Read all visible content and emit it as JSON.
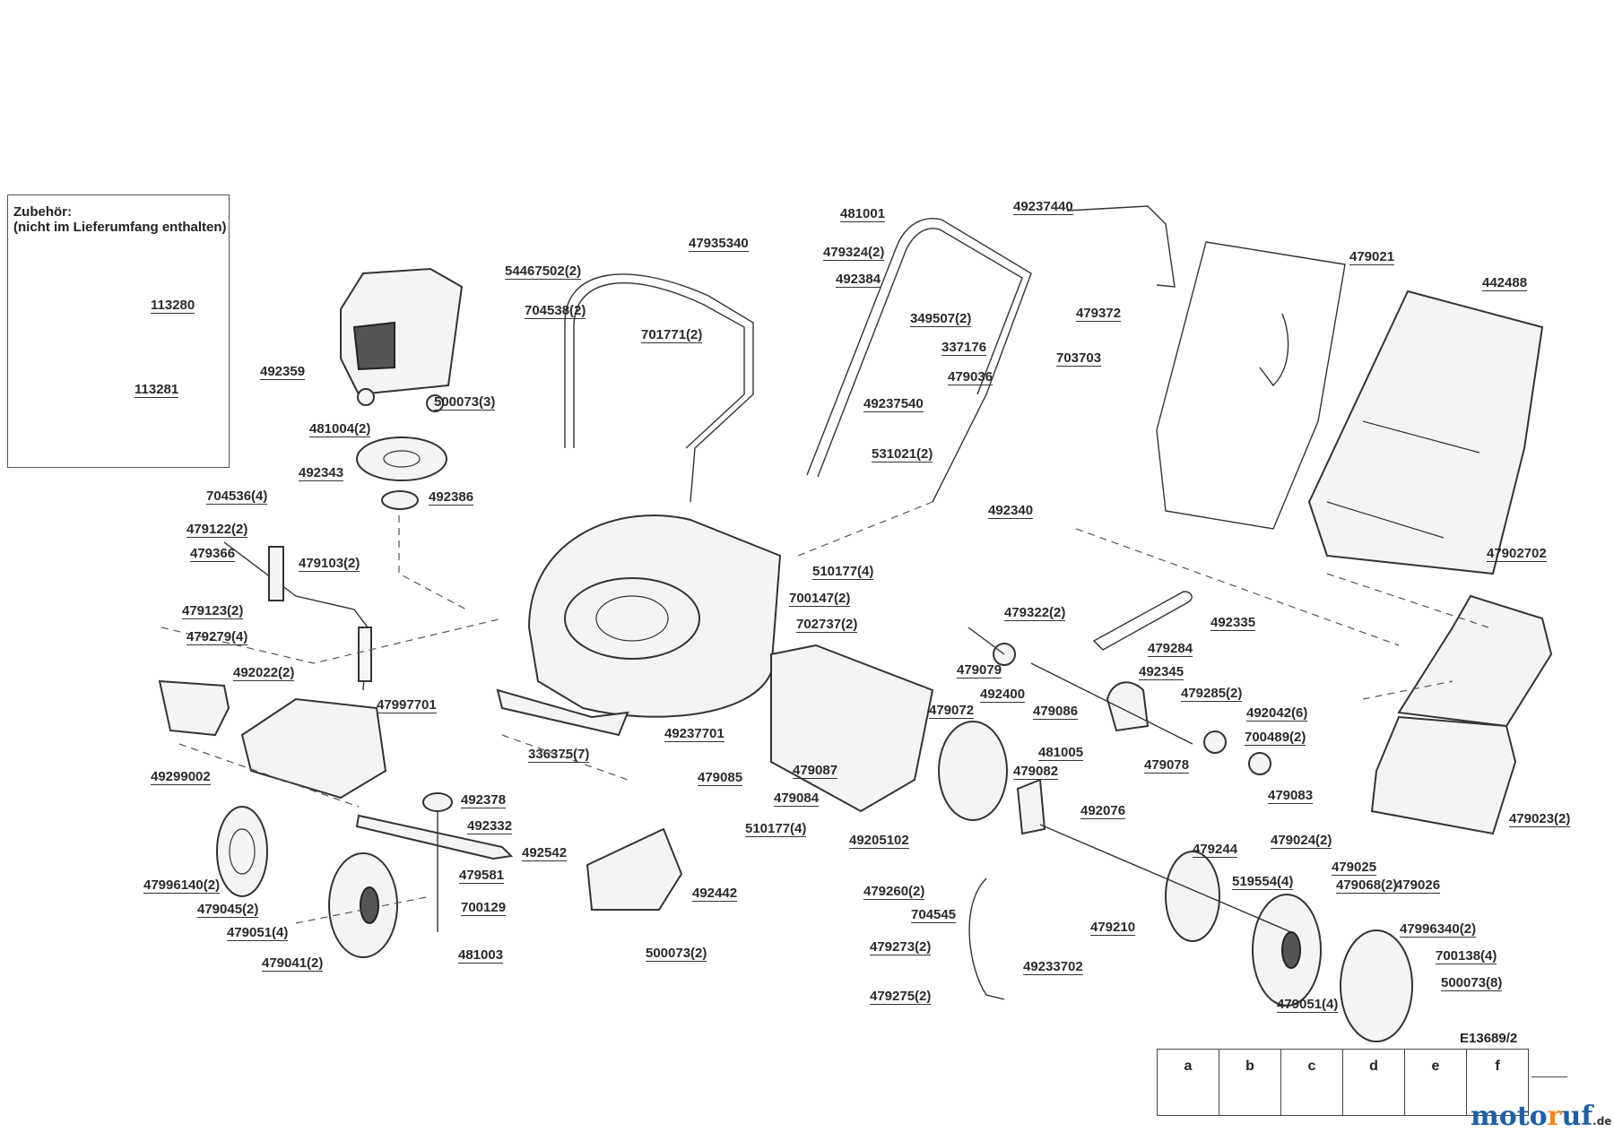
{
  "accessories": {
    "title_line1": "Zubehör:",
    "title_line2": "(nicht im Lieferumfang enthalten)"
  },
  "labels": [
    {
      "id": "113280",
      "text": "113280"
    },
    {
      "id": "113281",
      "text": "113281"
    },
    {
      "id": "492359",
      "text": "492359"
    },
    {
      "id": "500073-3",
      "text": "500073(3)"
    },
    {
      "id": "481004-2",
      "text": "481004(2)"
    },
    {
      "id": "492343",
      "text": "492343"
    },
    {
      "id": "492386",
      "text": "492386"
    },
    {
      "id": "54467502-2",
      "text": "54467502(2)"
    },
    {
      "id": "704538-2",
      "text": "704538(2)"
    },
    {
      "id": "701771-2",
      "text": "701771(2)"
    },
    {
      "id": "47935340",
      "text": "47935340"
    },
    {
      "id": "481001",
      "text": "481001"
    },
    {
      "id": "479324-2",
      "text": "479324(2)"
    },
    {
      "id": "492384",
      "text": "492384"
    },
    {
      "id": "49237440",
      "text": "49237440"
    },
    {
      "id": "349507-2",
      "text": "349507(2)"
    },
    {
      "id": "479372",
      "text": "479372"
    },
    {
      "id": "337176",
      "text": "337176"
    },
    {
      "id": "479036",
      "text": "479036"
    },
    {
      "id": "703703",
      "text": "703703"
    },
    {
      "id": "49237540",
      "text": "49237540"
    },
    {
      "id": "531021-2",
      "text": "531021(2)"
    },
    {
      "id": "492340",
      "text": "492340"
    },
    {
      "id": "479021",
      "text": "479021"
    },
    {
      "id": "442488",
      "text": "442488"
    },
    {
      "id": "47902702",
      "text": "47902702"
    },
    {
      "id": "704536-4",
      "text": "704536(4)"
    },
    {
      "id": "479122-2",
      "text": "479122(2)"
    },
    {
      "id": "479366",
      "text": "479366"
    },
    {
      "id": "479103-2",
      "text": "479103(2)"
    },
    {
      "id": "479123-2",
      "text": "479123(2)"
    },
    {
      "id": "479279-4",
      "text": "479279(4)"
    },
    {
      "id": "510177-4a",
      "text": "510177(4)"
    },
    {
      "id": "700147-2",
      "text": "700147(2)"
    },
    {
      "id": "702737-2",
      "text": "702737(2)"
    },
    {
      "id": "492335",
      "text": "492335"
    },
    {
      "id": "479322-2",
      "text": "479322(2)"
    },
    {
      "id": "479284",
      "text": "479284"
    },
    {
      "id": "479079",
      "text": "479079"
    },
    {
      "id": "492345",
      "text": "492345"
    },
    {
      "id": "492400",
      "text": "492400"
    },
    {
      "id": "479285-2",
      "text": "479285(2)"
    },
    {
      "id": "479086",
      "text": "479086"
    },
    {
      "id": "492042-6",
      "text": "492042(6)"
    },
    {
      "id": "700489-2",
      "text": "700489(2)"
    },
    {
      "id": "481005",
      "text": "481005"
    },
    {
      "id": "479078",
      "text": "479078"
    },
    {
      "id": "479083",
      "text": "479083"
    },
    {
      "id": "492022-2",
      "text": "492022(2)"
    },
    {
      "id": "47997701",
      "text": "47997701"
    },
    {
      "id": "49237701",
      "text": "49237701"
    },
    {
      "id": "336375-7",
      "text": "336375(7)"
    },
    {
      "id": "479072",
      "text": "479072"
    },
    {
      "id": "49299002",
      "text": "49299002"
    },
    {
      "id": "479085",
      "text": "479085"
    },
    {
      "id": "479087",
      "text": "479087"
    },
    {
      "id": "479082",
      "text": "479082"
    },
    {
      "id": "479084",
      "text": "479084"
    },
    {
      "id": "492378",
      "text": "492378"
    },
    {
      "id": "492332",
      "text": "492332"
    },
    {
      "id": "510177-4b",
      "text": "510177(4)"
    },
    {
      "id": "492076",
      "text": "492076"
    },
    {
      "id": "49205102",
      "text": "49205102"
    },
    {
      "id": "492542",
      "text": "492542"
    },
    {
      "id": "479581",
      "text": "479581"
    },
    {
      "id": "479244",
      "text": "479244"
    },
    {
      "id": "479024-2",
      "text": "479024(2)"
    },
    {
      "id": "479023-2",
      "text": "479023(2)"
    },
    {
      "id": "479025",
      "text": "479025"
    },
    {
      "id": "47996140-2",
      "text": "47996140(2)"
    },
    {
      "id": "479260-2",
      "text": "479260(2)"
    },
    {
      "id": "519554-4",
      "text": "519554(4)"
    },
    {
      "id": "479068-2",
      "text": "479068(2)"
    },
    {
      "id": "479026",
      "text": "479026"
    },
    {
      "id": "479045-2",
      "text": "479045(2)"
    },
    {
      "id": "700129",
      "text": "700129"
    },
    {
      "id": "492442",
      "text": "492442"
    },
    {
      "id": "704545",
      "text": "704545"
    },
    {
      "id": "479051-4a",
      "text": "479051(4)"
    },
    {
      "id": "479210",
      "text": "479210"
    },
    {
      "id": "47996340-2",
      "text": "47996340(2)"
    },
    {
      "id": "481003",
      "text": "481003"
    },
    {
      "id": "479041-2",
      "text": "479041(2)"
    },
    {
      "id": "500073-2",
      "text": "500073(2)"
    },
    {
      "id": "479273-2",
      "text": "479273(2)"
    },
    {
      "id": "49233702",
      "text": "49233702"
    },
    {
      "id": "700138-4",
      "text": "700138(4)"
    },
    {
      "id": "500073-8",
      "text": "500073(8)"
    },
    {
      "id": "479275-2",
      "text": "479275(2)"
    },
    {
      "id": "479051-4b",
      "text": "479051(4)"
    }
  ],
  "drawing_code": "E13689/2",
  "grid_letters": [
    "a",
    "b",
    "c",
    "d",
    "e",
    "f"
  ],
  "watermark": "motoruf.de"
}
